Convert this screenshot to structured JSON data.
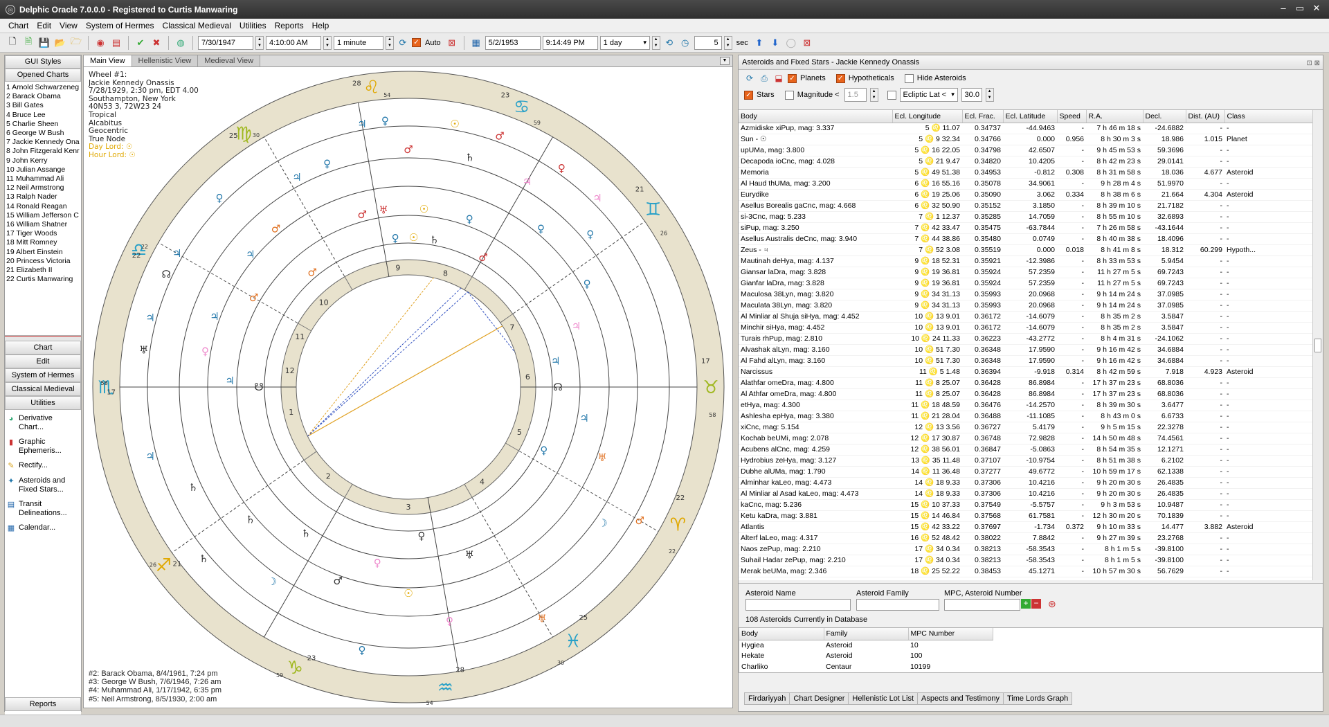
{
  "window": {
    "title": "Delphic Oracle 7.0.0.0  - Registered to Curtis Manwaring"
  },
  "menu": [
    "Chart",
    "Edit",
    "View",
    "System of Hermes",
    "Classical Medieval",
    "Utilities",
    "Reports",
    "Help"
  ],
  "toolbar": {
    "date1": "7/30/1947",
    "time1": "4:10:00 AM",
    "step1": "1 minute",
    "auto_label": "Auto",
    "date2": "5/2/1953",
    "time2": "9:14:49 PM",
    "step2": "1 day",
    "interval": "5",
    "sec_label": "sec"
  },
  "sidebar": {
    "gui_styles": "GUI Styles",
    "opened_charts": "Opened Charts",
    "charts": [
      "1 Arnold Schwarzeneg",
      "2 Barack Obama",
      "3 Bill Gates",
      "4 Bruce Lee",
      "5 Charlie Sheen",
      "6 George W Bush",
      "7 Jackie Kennedy Ona",
      "8 John Fitzgerald Kenr",
      "9 John Kerry",
      "10 Julian Assange",
      "11 Muhammad Ali",
      "12 Neil Armstrong",
      "13 Ralph Nader",
      "14 Ronald Reagan",
      "15 William Jefferson C",
      "16 William Shatner",
      "17 Tiger Woods",
      "18 Mitt Romney",
      "19 Albert Einstein",
      "20 Princess Victoria",
      "21 Elizabeth II",
      "22 Curtis Manwaring"
    ],
    "sections": [
      "Chart",
      "Edit",
      "System of Hermes",
      "Classical Medieval",
      "Utilities"
    ],
    "tasks": [
      {
        "icon": "◕",
        "label": "Derivative Chart..."
      },
      {
        "icon": "▮",
        "label": "Graphic Ephemeris..."
      },
      {
        "icon": "✎",
        "label": "Rectify..."
      },
      {
        "icon": "✦",
        "label": "Asteroids and Fixed Stars..."
      },
      {
        "icon": "▤",
        "label": "Transit Delineations..."
      },
      {
        "icon": "▦",
        "label": "Calendar..."
      }
    ],
    "reports": "Reports"
  },
  "center": {
    "tabs": [
      "Main View",
      "Hellenistic View",
      "Medieval View"
    ],
    "info": [
      "Wheel #1:",
      "Jackie Kennedy Onassis",
      "7/28/1929, 2:30 pm, EDT 4.00",
      "Southampton, New York",
      "40N53 3, 72W23 24",
      "Tropical",
      "Alcabitus",
      "Geocentric",
      "True Node"
    ],
    "day_lord": "Day Lord: ☉",
    "hour_lord": "Hour Lord: ☉",
    "others": [
      "#2: Barack Obama, 8/4/1961, 7:24 pm",
      "#3: George W Bush, 7/6/1946, 7:26 am",
      "#4: Muhammad Ali, 1/17/1942, 6:35 pm",
      "#5: Neil Armstrong, 8/5/1930, 2:00 am"
    ]
  },
  "wheel": {
    "signs": [
      {
        "glyph": "♌",
        "deg": "28",
        "min": "54",
        "ang": 97,
        "color": "#e0a800"
      },
      {
        "glyph": "♋",
        "deg": "23",
        "min": "59",
        "ang": 68,
        "color": "#27a0c8"
      },
      {
        "glyph": "♊",
        "deg": "21",
        "min": "26",
        "ang": 36,
        "color": "#27a0c8"
      },
      {
        "glyph": "♉",
        "deg": "17",
        "min": "58",
        "ang": 0,
        "color": "#a0b820"
      },
      {
        "glyph": "♈",
        "deg": "22",
        "min": "22",
        "ang": -27,
        "color": "#e0a800"
      },
      {
        "glyph": "♓",
        "deg": "25",
        "min": "30",
        "ang": -57,
        "color": "#27a0c8"
      },
      {
        "glyph": "♒",
        "deg": "28",
        "min": "54",
        "ang": -83,
        "color": "#27a0c8"
      },
      {
        "glyph": "♑",
        "deg": "23",
        "min": "59",
        "ang": -112,
        "color": "#a0b820"
      },
      {
        "glyph": "♐",
        "deg": "21",
        "min": "26",
        "ang": -144,
        "color": "#e0a800"
      },
      {
        "glyph": "♏",
        "deg": "17",
        "min": "58",
        "ang": 180,
        "color": "#27a0c8"
      },
      {
        "glyph": "♎",
        "deg": "22",
        "min": "22",
        "ang": 153,
        "color": "#27a0c8"
      },
      {
        "glyph": "♍",
        "deg": "25",
        "min": "30",
        "ang": 123,
        "color": "#a0b820"
      }
    ],
    "houses": [
      "1",
      "2",
      "3",
      "4",
      "5",
      "6",
      "7",
      "8",
      "9",
      "10",
      "11",
      "12"
    ]
  },
  "right": {
    "title": "Asteroids and Fixed Stars - Jackie Kennedy Onassis",
    "opts": {
      "planets": "Planets",
      "hypotheticals": "Hypotheticals",
      "hide_asteroids": "Hide Asteroids",
      "stars": "Stars",
      "magnitude": "Magnitude <",
      "mag_value": "1.5",
      "ecliptic": "Ecliptic Lat <",
      "lat_value": "30.0"
    },
    "columns": [
      "Body",
      "Ecl. Longitude",
      "Ecl. Frac.",
      "Ecl. Latitude",
      "Speed",
      "R.A.",
      "Decl.",
      "Dist. (AU)",
      "Class"
    ],
    "rows": [
      [
        "Azmidiske  xiPup, mag: 3.337",
        "5 ♌ 11.07",
        "0.34737",
        "-44.9463",
        "-",
        "7 h 46 m 18 s",
        "-24.6882",
        "-",
        "-"
      ],
      [
        "Sun - ☉",
        "5 ♌ 9 32.34",
        "0.34766",
        "0.000",
        "0.956",
        "8 h 30 m 3 s",
        "18.986",
        "1.015",
        "Planet"
      ],
      [
        "  upUMa, mag: 3.800",
        "5 ♌ 16 22.05",
        "0.34798",
        "42.6507",
        "-",
        "9 h 45 m 53 s",
        "59.3696",
        "-",
        "-"
      ],
      [
        "Decapoda  ioCnc, mag: 4.028",
        "5 ♌ 21 9.47",
        "0.34820",
        "10.4205",
        "-",
        "8 h 42 m 23 s",
        "29.0141",
        "-",
        "-"
      ],
      [
        "Memoria",
        "5 ♌ 49 51.38",
        "0.34953",
        "-0.812",
        "0.308",
        "8 h 31 m 58 s",
        "18.036",
        "4.677",
        "Asteroid"
      ],
      [
        "Al Haud  thUMa, mag: 3.200",
        "6 ♌ 16 55.16",
        "0.35078",
        "34.9061",
        "-",
        "9 h 28 m 4 s",
        "51.9970",
        "-",
        "-"
      ],
      [
        "Eurydike",
        "6 ♌ 19 25.06",
        "0.35090",
        "3.062",
        "0.334",
        "8 h 38 m 6 s",
        "21.664",
        "4.304",
        "Asteroid"
      ],
      [
        "Asellus Borealis  gaCnc, mag: 4.668",
        "6 ♌ 32 50.90",
        "0.35152",
        "3.1850",
        "-",
        "8 h 39 m 10 s",
        "21.7182",
        "-",
        "-"
      ],
      [
        "  si-3Cnc, mag: 5.233",
        "7 ♌ 1 12.37",
        "0.35285",
        "14.7059",
        "-",
        "8 h 55 m 10 s",
        "32.6893",
        "-",
        "-"
      ],
      [
        "  siPup, mag: 3.250",
        "7 ♌ 42 33.47",
        "0.35475",
        "-63.7844",
        "-",
        "7 h 26 m 58 s",
        "-43.1644",
        "-",
        "-"
      ],
      [
        "Asellus Australis  deCnc, mag: 3.940",
        "7 ♌ 44 38.86",
        "0.35480",
        "0.0749",
        "-",
        "8 h 40 m 38 s",
        "18.4096",
        "-",
        "-"
      ],
      [
        "Zeus - ♃",
        "7 ♌ 52 3.08",
        "0.35519",
        "0.000",
        "0.018",
        "8 h 41 m 8 s",
        "18.312",
        "60.299",
        "Hypoth..."
      ],
      [
        "Mautinah  deHya, mag: 4.137",
        "9 ♌ 18 52.31",
        "0.35921",
        "-12.3986",
        "-",
        "8 h 33 m 53 s",
        "5.9454",
        "-",
        "-"
      ],
      [
        "Giansar  laDra, mag: 3.828",
        "9 ♌ 19 36.81",
        "0.35924",
        "57.2359",
        "-",
        "11 h 27 m 5 s",
        "69.7243",
        "-",
        "-"
      ],
      [
        "Gianfar  laDra, mag: 3.828",
        "9 ♌ 19 36.81",
        "0.35924",
        "57.2359",
        "-",
        "11 h 27 m 5 s",
        "69.7243",
        "-",
        "-"
      ],
      [
        "Maculosa  38Lyn, mag: 3.820",
        "9 ♌ 34 31.13",
        "0.35993",
        "20.0968",
        "-",
        "9 h 14 m 24 s",
        "37.0985",
        "-",
        "-"
      ],
      [
        "Maculata  38Lyn, mag: 3.820",
        "9 ♌ 34 31.13",
        "0.35993",
        "20.0968",
        "-",
        "9 h 14 m 24 s",
        "37.0985",
        "-",
        "-"
      ],
      [
        "Al Minliar al Shuja  siHya, mag: 4.452",
        "10 ♌ 13 9.01",
        "0.36172",
        "-14.6079",
        "-",
        "8 h 35 m 2 s",
        "3.5847",
        "-",
        "-"
      ],
      [
        "Minchir  siHya, mag: 4.452",
        "10 ♌ 13 9.01",
        "0.36172",
        "-14.6079",
        "-",
        "8 h 35 m 2 s",
        "3.5847",
        "-",
        "-"
      ],
      [
        "Turais  rhPup, mag: 2.810",
        "10 ♌ 24 11.33",
        "0.36223",
        "-43.2772",
        "-",
        "8 h 4 m 31 s",
        "-24.1062",
        "-",
        "-"
      ],
      [
        "Alvashak  alLyn, mag: 3.160",
        "10 ♌ 51 7.30",
        "0.36348",
        "17.9590",
        "-",
        "9 h 16 m 42 s",
        "34.6884",
        "-",
        "-"
      ],
      [
        "Al Fahd  alLyn, mag: 3.160",
        "10 ♌ 51 7.30",
        "0.36348",
        "17.9590",
        "-",
        "9 h 16 m 42 s",
        "34.6884",
        "-",
        "-"
      ],
      [
        "Narcissus",
        "11 ♌ 5 1.48",
        "0.36394",
        "-9.918",
        "0.314",
        "8 h 42 m 59 s",
        "7.918",
        "4.923",
        "Asteroid"
      ],
      [
        "Alathfar  omeDra, mag: 4.800",
        "11 ♌ 8 25.07",
        "0.36428",
        "86.8984",
        "-",
        "17 h 37 m 23 s",
        "68.8036",
        "-",
        "-"
      ],
      [
        "Al Athfar  omeDra, mag: 4.800",
        "11 ♌ 8 25.07",
        "0.36428",
        "86.8984",
        "-",
        "17 h 37 m 23 s",
        "68.8036",
        "-",
        "-"
      ],
      [
        "  etHya, mag: 4.300",
        "11 ♌ 18 48.59",
        "0.36476",
        "-14.2570",
        "-",
        "8 h 39 m 30 s",
        "3.6477",
        "-",
        "-"
      ],
      [
        "Ashlesha  epHya, mag: 3.380",
        "11 ♌ 21 28.04",
        "0.36488",
        "-11.1085",
        "-",
        "8 h 43 m 0 s",
        "6.6733",
        "-",
        "-"
      ],
      [
        "  xiCnc, mag: 5.154",
        "12 ♌ 13 3.56",
        "0.36727",
        "5.4179",
        "-",
        "9 h 5 m 15 s",
        "22.3278",
        "-",
        "-"
      ],
      [
        "Kochab  beUMi, mag: 2.078",
        "12 ♌ 17 30.87",
        "0.36748",
        "72.9828",
        "-",
        "14 h 50 m 48 s",
        "74.4561",
        "-",
        "-"
      ],
      [
        "Acubens  alCnc, mag: 4.259",
        "12 ♌ 38 56.01",
        "0.36847",
        "-5.0863",
        "-",
        "8 h 54 m 35 s",
        "12.1271",
        "-",
        "-"
      ],
      [
        "Hydrobius  zeHya, mag: 3.127",
        "13 ♌ 35 11.48",
        "0.37107",
        "-10.9754",
        "-",
        "8 h 51 m 38 s",
        "6.2102",
        "-",
        "-"
      ],
      [
        "Dubhe  alUMa, mag: 1.790",
        "14 ♌ 11 36.48",
        "0.37277",
        "49.6772",
        "-",
        "10 h 59 m 17 s",
        "62.1338",
        "-",
        "-"
      ],
      [
        "Alminhar  kaLeo, mag: 4.473",
        "14 ♌ 18 9.33",
        "0.37306",
        "10.4216",
        "-",
        "9 h 20 m 30 s",
        "26.4835",
        "-",
        "-"
      ],
      [
        "Al Minliar al Asad  kaLeo, mag: 4.473",
        "14 ♌ 18 9.33",
        "0.37306",
        "10.4216",
        "-",
        "9 h 20 m 30 s",
        "26.4835",
        "-",
        "-"
      ],
      [
        "  kaCnc, mag: 5.236",
        "15 ♌ 10 37.33",
        "0.37549",
        "-5.5757",
        "-",
        "9 h 3 m 53 s",
        "10.9487",
        "-",
        "-"
      ],
      [
        "Ketu  kaDra, mag: 3.881",
        "15 ♌ 14 46.84",
        "0.37568",
        "61.7581",
        "-",
        "12 h 30 m 20 s",
        "70.1839",
        "-",
        "-"
      ],
      [
        "Atlantis",
        "15 ♌ 42 33.22",
        "0.37697",
        "-1.734",
        "0.372",
        "9 h 10 m 33 s",
        "14.477",
        "3.882",
        "Asteroid"
      ],
      [
        "Alterf  laLeo, mag: 4.317",
        "16 ♌ 52 48.42",
        "0.38022",
        "7.8842",
        "-",
        "9 h 27 m 39 s",
        "23.2768",
        "-",
        "-"
      ],
      [
        "Naos  zePup, mag: 2.210",
        "17 ♌ 34 0.34",
        "0.38213",
        "-58.3543",
        "-",
        "8 h 1 m 5 s",
        "-39.8100",
        "-",
        "-"
      ],
      [
        "Suhail Hadar  zePup, mag: 2.210",
        "17 ♌ 34 0.34",
        "0.38213",
        "-58.3543",
        "-",
        "8 h 1 m 5 s",
        "-39.8100",
        "-",
        "-"
      ],
      [
        "Merak  beUMa, mag: 2.346",
        "18 ♌ 25 52.22",
        "0.38453",
        "45.1271",
        "-",
        "10 h 57 m 30 s",
        "56.7629",
        "-",
        "-"
      ]
    ],
    "form": {
      "name_label": "Asteroid Name",
      "family_label": "Asteroid Family",
      "mpc_label": "MPC, Asteroid Number",
      "count": "108 Asteroids Currently in Database"
    },
    "ast_columns": [
      "Body",
      "Family",
      "MPC Number"
    ],
    "ast_rows": [
      [
        "Hygiea",
        "Asteroid",
        "10"
      ],
      [
        "Hekate",
        "Asteroid",
        "100"
      ],
      [
        "Charliko",
        "Centaur",
        "10199"
      ]
    ],
    "bottom_tabs": [
      "Firdariyyah",
      "Chart Designer",
      "Hellenistic Lot List",
      "Aspects and Testimony",
      "Time Lords Graph"
    ]
  }
}
